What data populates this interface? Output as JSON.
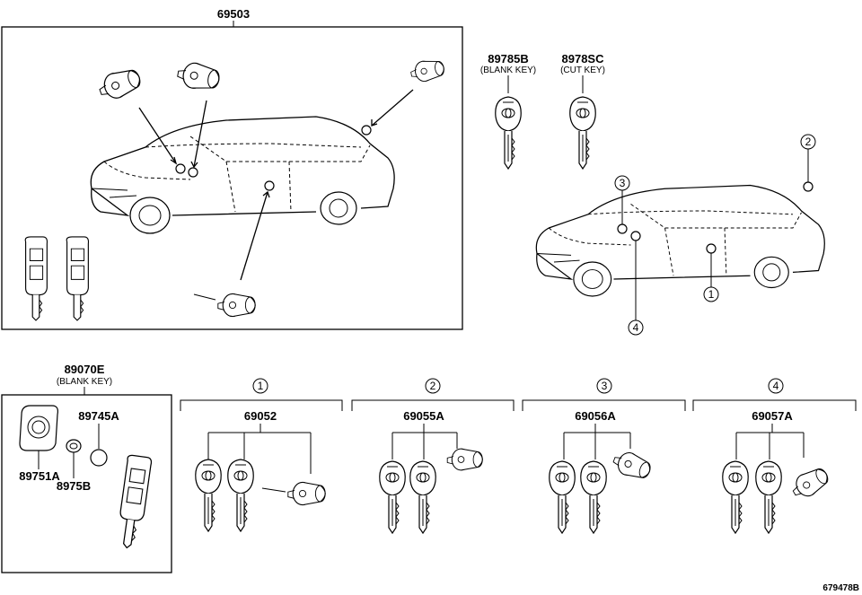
{
  "main_group": {
    "part_number": "69503"
  },
  "right_keys": [
    {
      "part_number": "89785B",
      "description": "(BLANK KEY)"
    },
    {
      "part_number": "8978SC",
      "description": "(CUT KEY)"
    }
  ],
  "car_callouts": [
    "2",
    "3",
    "1",
    "4"
  ],
  "remote_key_group": {
    "part_number": "89070E",
    "description": "(BLANK KEY)",
    "parts": [
      "89745A",
      "89751A",
      "8975B"
    ]
  },
  "sets": [
    {
      "callout": "1",
      "part_number": "69052"
    },
    {
      "callout": "2",
      "part_number": "69055A"
    },
    {
      "callout": "3",
      "part_number": "69056A"
    },
    {
      "callout": "4",
      "part_number": "69057A"
    }
  ],
  "illustration_id": "679478B"
}
